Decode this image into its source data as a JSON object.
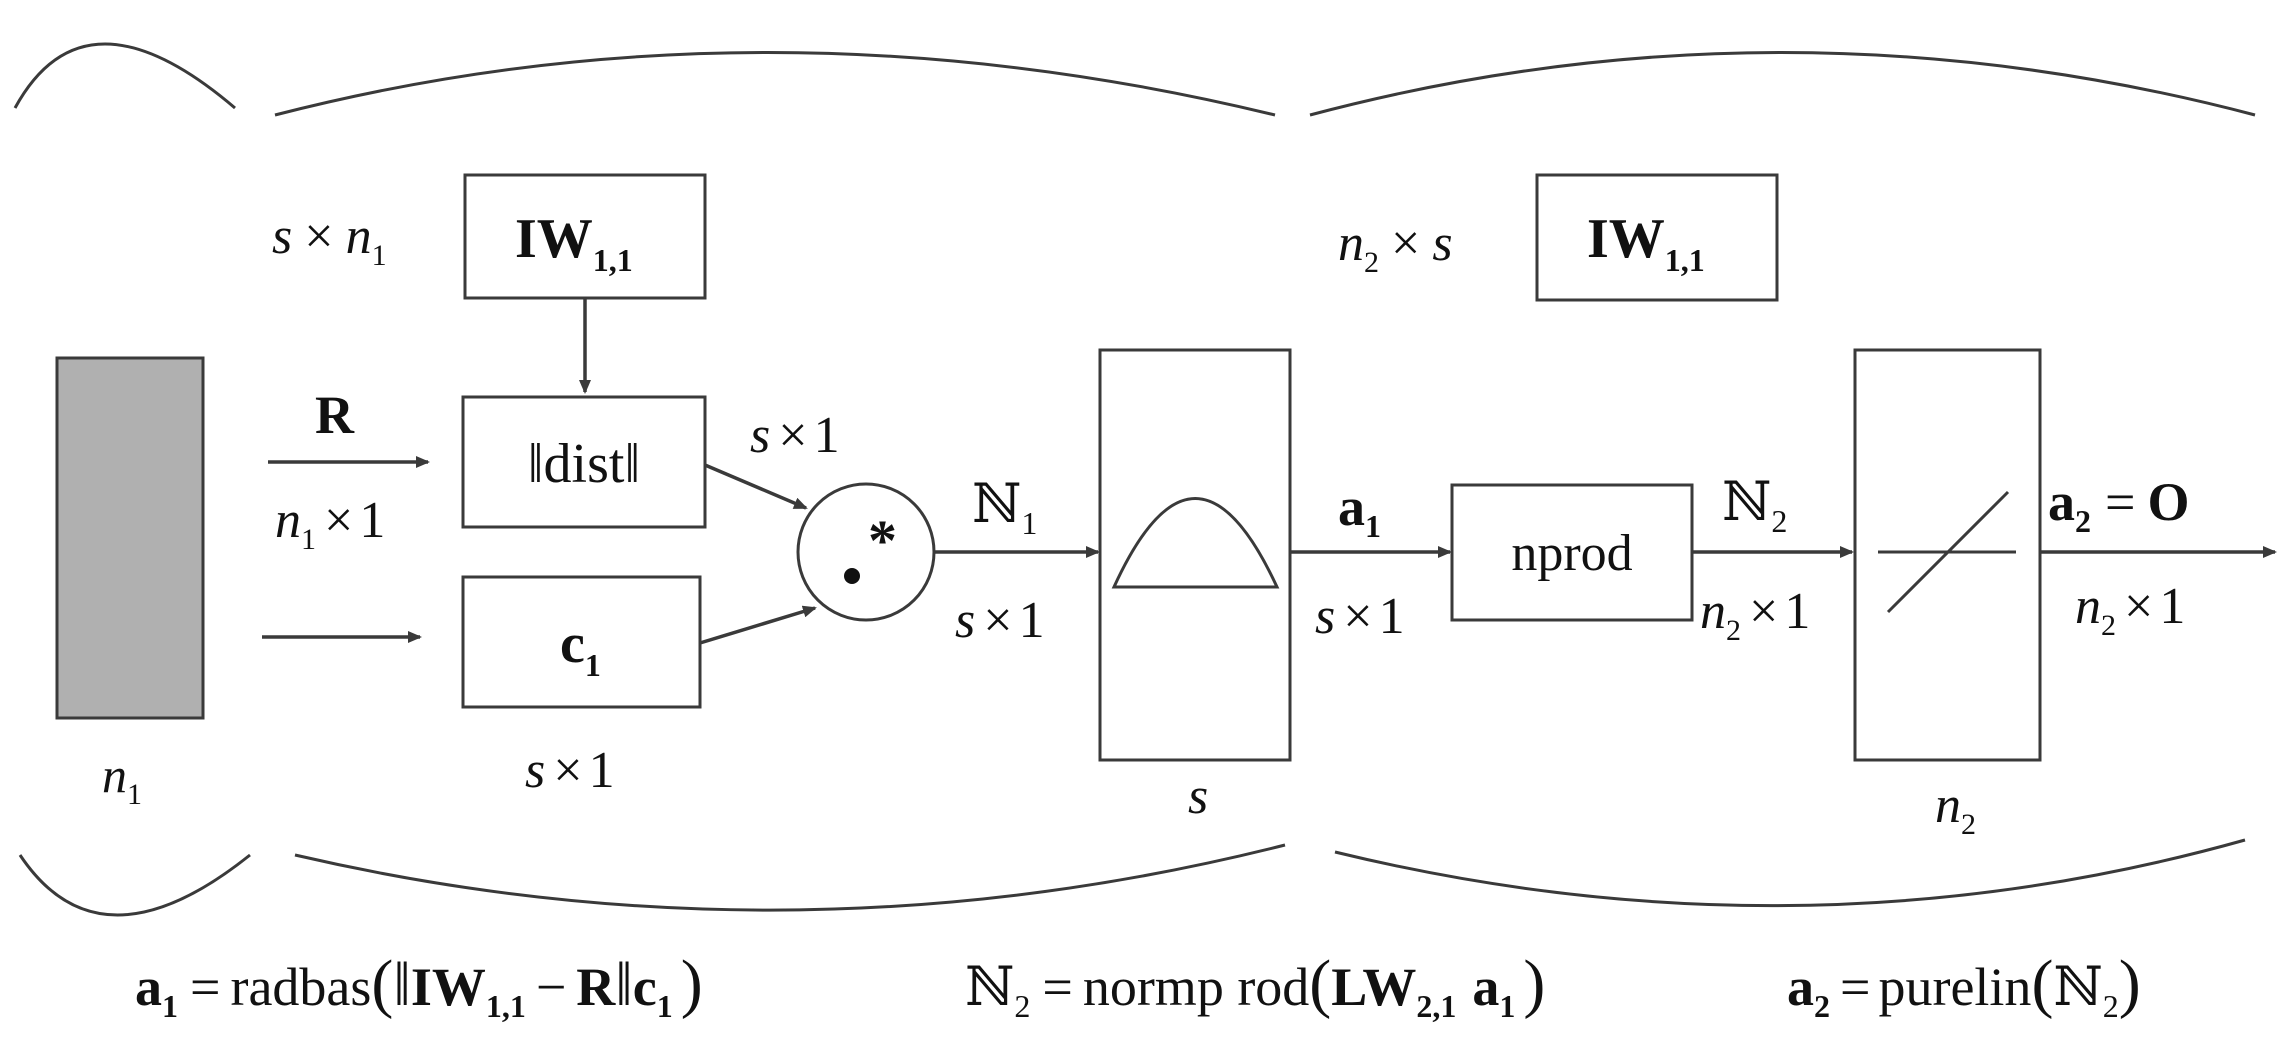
{
  "colors": {
    "line": "#3a3a3a",
    "input_block_fill": "#b0b0b0",
    "text": "#111111"
  },
  "input_layer": {
    "block_label": "n",
    "block_label_sub": "1"
  },
  "layer1": {
    "weight_dim": {
      "a": "s",
      "op": "×",
      "b": "n",
      "b_sub": "1"
    },
    "weight_box": {
      "main": "IW",
      "sub": "1,1"
    },
    "input_r_label": "R",
    "input_r_dim": {
      "a": "n",
      "a_sub": "1",
      "op": "×",
      "b": "1"
    },
    "dist_box": {
      "left": "‖",
      "text": "dist",
      "right": "‖"
    },
    "dist_dim": {
      "a": "s",
      "op": "×",
      "b": "1"
    },
    "bias_box": {
      "main": "c",
      "sub": "1"
    },
    "bias_dim": {
      "a": "s",
      "op": "×",
      "b": "1"
    },
    "product_symbol": ".*",
    "net_label": {
      "main": "ℕ",
      "sub": "1"
    },
    "net_dim": {
      "a": "s",
      "op": "×",
      "b": "1"
    },
    "transfer_box_label": "s",
    "transfer_icon": "radbas-curve-icon"
  },
  "layer2": {
    "weight_dim": {
      "a": "n",
      "a_sub": "2",
      "op": "×",
      "b": "s"
    },
    "weight_box": {
      "main": "IW",
      "sub": "1,1"
    },
    "input_label": {
      "main": "a",
      "sub": "1"
    },
    "input_dim": {
      "a": "s",
      "op": "×",
      "b": "1"
    },
    "nprod_box": "nprod",
    "net_label": {
      "main": "ℕ",
      "sub": "2"
    },
    "net_dim": {
      "a": "n",
      "a_sub": "2",
      "op": "×",
      "b": "1"
    },
    "transfer_box_label": {
      "main": "n",
      "sub": "2"
    },
    "transfer_icon": "purelin-line-icon",
    "output_label": {
      "main": "a",
      "sub": "2",
      "eq": "=",
      "out": "O"
    },
    "output_dim": {
      "a": "n",
      "a_sub": "2",
      "op": "×",
      "b": "1"
    }
  },
  "equations": {
    "eq1": {
      "lhs": "a",
      "lhs_sub": "1",
      "eq": "=",
      "fn": "radbas",
      "open": "(",
      "norm_open": "‖",
      "w": "IW",
      "w_sub": "1,1",
      "minus": "−",
      "r": "R",
      "norm_close": "‖",
      "c": "c",
      "c_sub": "1",
      "close": ")"
    },
    "eq2": {
      "lhs": "ℕ",
      "lhs_sub": "2",
      "eq": "=",
      "fn": "normp rod",
      "open": "(",
      "w": "LW",
      "w_sub": "2,1",
      "a": "a",
      "a_sub": "1",
      "close": ")"
    },
    "eq3": {
      "lhs": "a",
      "lhs_sub": "2",
      "eq": "=",
      "fn": "purelin",
      "open": "(",
      "arg": "ℕ",
      "arg_sub": "2",
      "close": ")"
    }
  }
}
